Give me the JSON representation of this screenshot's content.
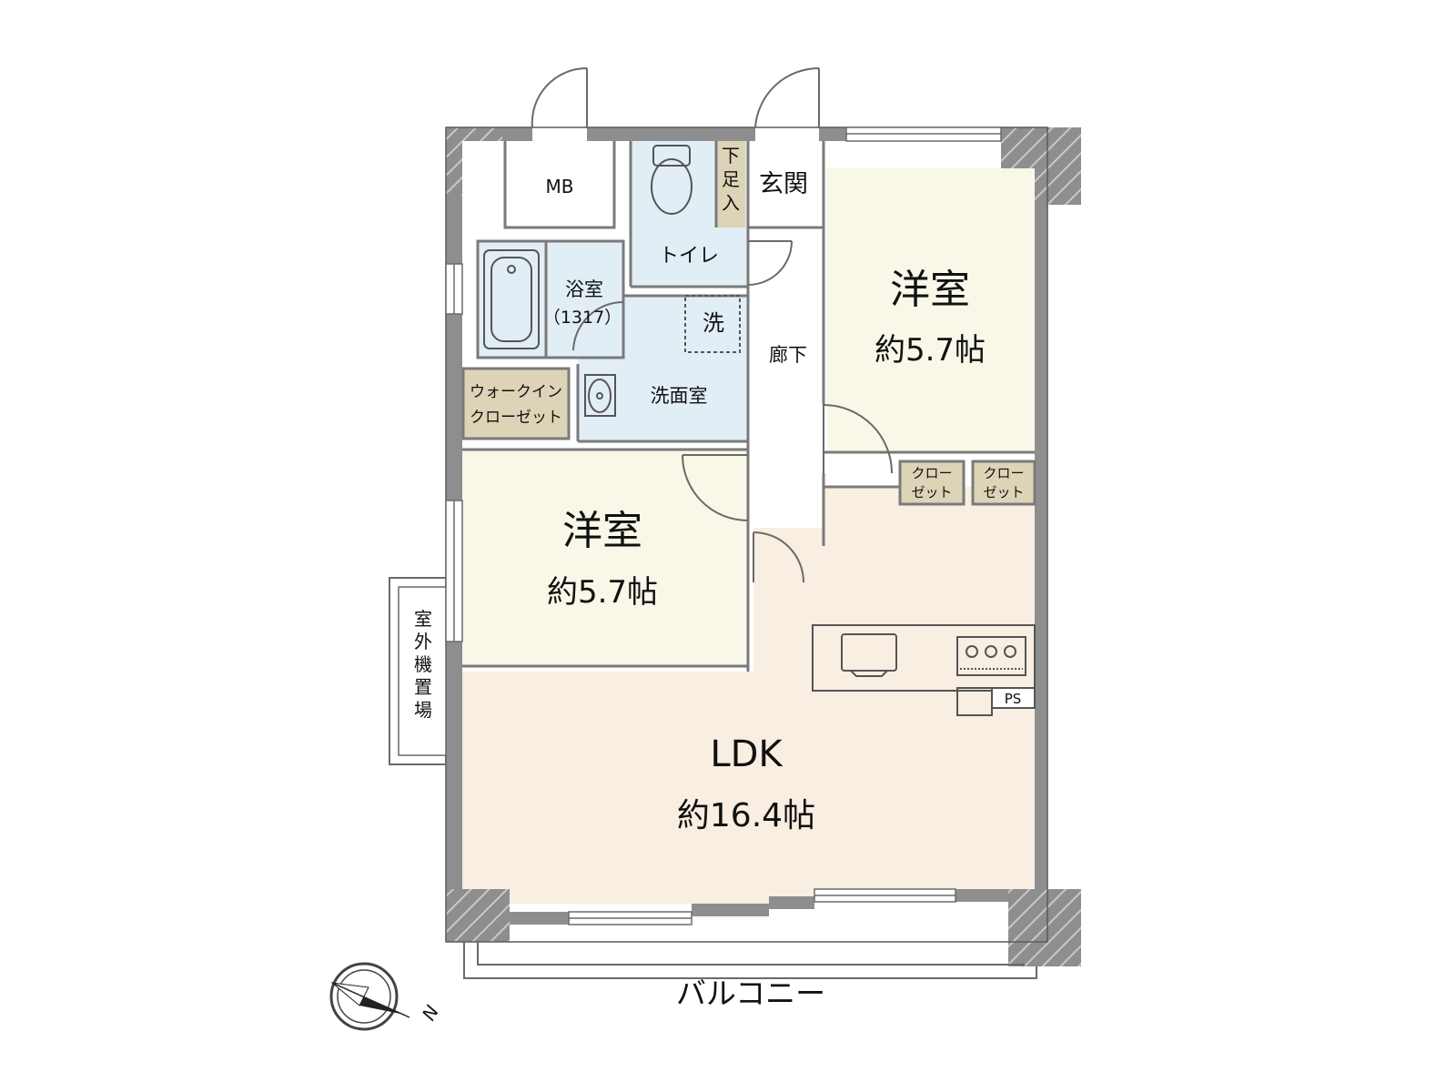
{
  "rooms": {
    "mb": "MB",
    "toilet": "トイレ",
    "shoe_box": [
      "下",
      "足",
      "入"
    ],
    "genkan": "玄関",
    "bath": "浴室",
    "bath_size": "（1317）",
    "wash_machine": "洗",
    "washroom": "洗面室",
    "hallway": "廊下",
    "wic_line1": "ウォークイン",
    "wic_line2": "クローゼット",
    "bedroom_right": "洋室",
    "bedroom_right_size": "約5.7帖",
    "closet_a_line1": "クロー",
    "closet_a_line2": "ゼット",
    "closet_b_line1": "クロー",
    "closet_b_line2": "ゼット",
    "bedroom_left": "洋室",
    "bedroom_left_size": "約5.7帖",
    "ldk": "LDK",
    "ldk_size": "約16.4帖",
    "ps": "PS",
    "outdoor_unit": [
      "室",
      "外",
      "機",
      "置",
      "場"
    ],
    "balcony": "バルコニー"
  },
  "compass": {
    "north_label": "N",
    "north_direction": "southeast"
  },
  "colors": {
    "wall": "#8e8e8e",
    "ldk_floor": "#f8eee2",
    "bedroom_floor": "#f8f7e8",
    "wet_area": "#e2eef6",
    "storage": "#ddd3b7",
    "hallway": "#ffffff"
  }
}
